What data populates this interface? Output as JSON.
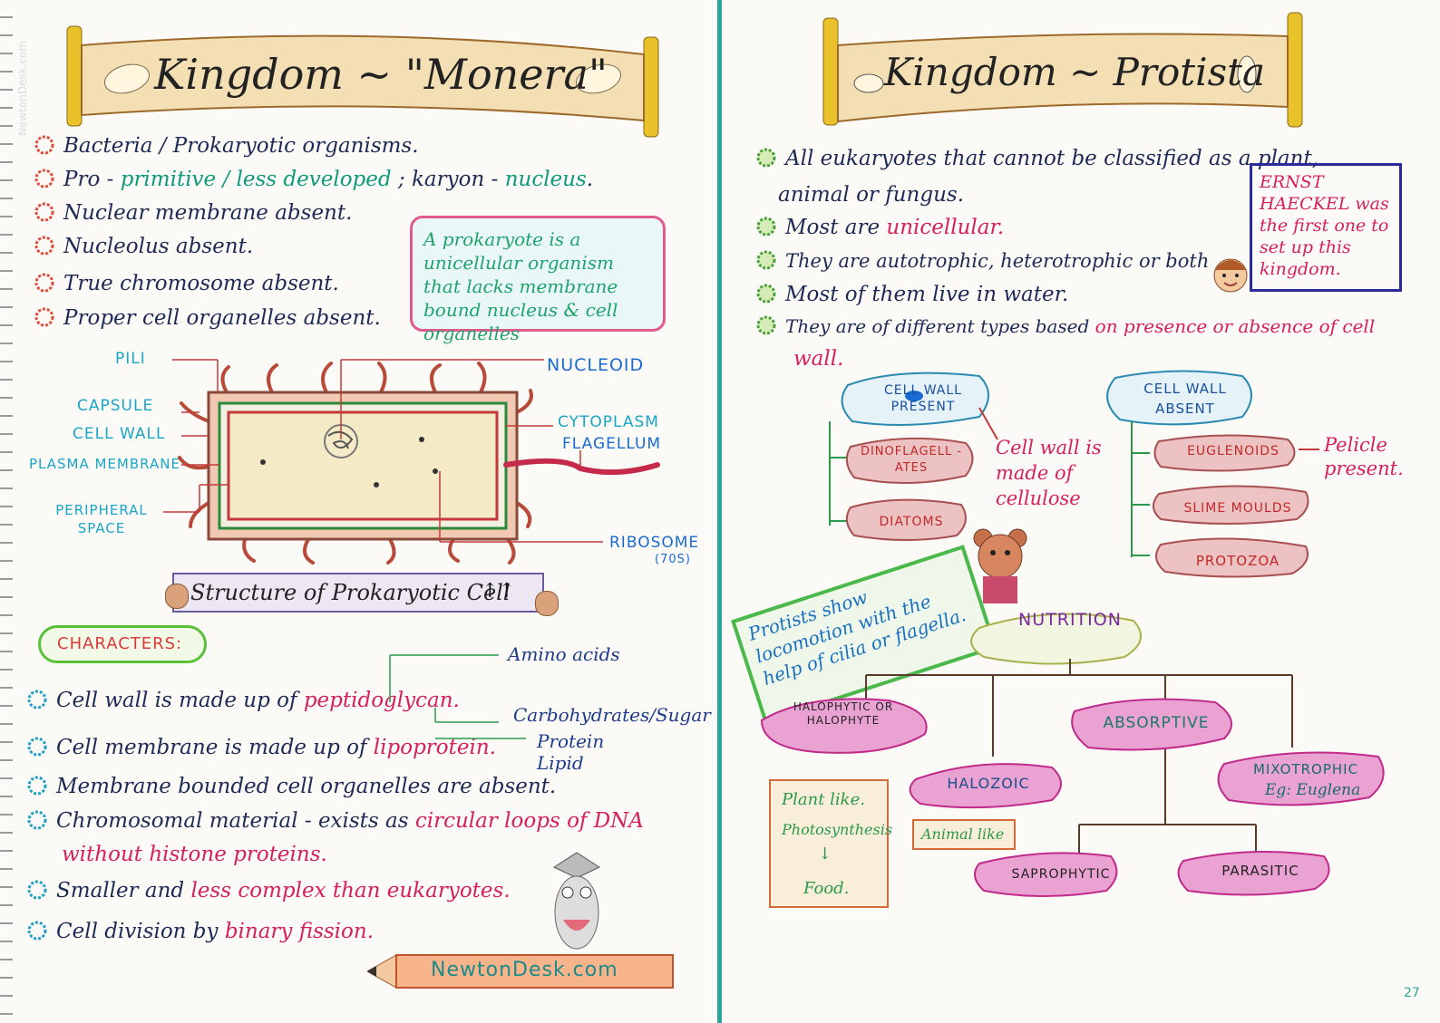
{
  "left": {
    "title": "Kingdom ~ \"Monera\"",
    "bullets": [
      {
        "parts": [
          "Bacteria / Prokaryotic organisms."
        ]
      },
      {
        "parts": [
          "Pro - ",
          "primitive / less developed",
          " ; karyon - ",
          "nucleus",
          "."
        ]
      },
      {
        "parts": [
          "Nuclear membrane absent."
        ]
      },
      {
        "parts": [
          "Nucleolus absent."
        ]
      },
      {
        "parts": [
          "True chromosome absent."
        ]
      },
      {
        "parts": [
          "Proper cell organelles absent."
        ]
      }
    ],
    "definition_box": "A prokaryote is a unicellular organism that lacks membrane bound nucleus & cell organelles",
    "diagram_labels": {
      "pili": "PILI",
      "capsule": "CAPSULE",
      "cell_wall": "CELL WALL",
      "plasma_membrane": "PLASMA MEMBRANE",
      "peripheral_space": "PERIPHERAL SPACE",
      "nucleoid": "NUCLEOID",
      "cytoplasm": "CYTOPLASM",
      "flagellum": "FLAGELLUM",
      "ribosome": "RIBOSOME",
      "ribosome_size": "(70S)"
    },
    "diagram_caption": "Structure of Prokaryotic Cell",
    "characters_label": "CHARACTERS:",
    "characters": [
      {
        "prefix": "Cell wall is made up of ",
        "highlight": "peptidoglycan."
      },
      {
        "prefix": "Cell membrane is made up of ",
        "highlight": "lipoprotein."
      },
      {
        "prefix": "Membrane bounded cell organelles are absent.",
        "highlight": ""
      },
      {
        "prefix": "Chromosomal material - exists as ",
        "highlight": "circular loops of DNA"
      },
      {
        "prefix": "",
        "highlight": "without histone proteins."
      },
      {
        "prefix": "Smaller and ",
        "highlight": "less complex than eukaryotes."
      },
      {
        "prefix": "Cell division by ",
        "highlight": "binary fission."
      }
    ],
    "branch_amino": "Amino acids",
    "branch_carbs": "Carbohydrates/Sugar",
    "branch_protein": "Protein",
    "branch_lipid": "Lipid",
    "footer_brand": "NewtonDesk.com",
    "watermark": "NewtonDesk.com"
  },
  "right": {
    "title": "Kingdom ~ Protista",
    "bullets": [
      {
        "prefix": "All eukaryotes that cannot be classified as a plant,",
        "highlight": ""
      },
      {
        "prefix": "animal or fungus.",
        "highlight": ""
      },
      {
        "prefix": "Most are ",
        "highlight": "unicellular."
      },
      {
        "prefix": "They are autotrophic, heterotrophic or both",
        "highlight": ""
      },
      {
        "prefix": "Most of them live in water.",
        "highlight": ""
      },
      {
        "prefix": "They are of different types based ",
        "highlight": "on presence or absence of cell"
      },
      {
        "prefix": "",
        "highlight": "wall."
      }
    ],
    "note_box": "ERNST HAECKEL was the first one to set up this kingdom.",
    "cell_wall_present": "CELL WALL PRESENT",
    "cell_wall_absent": "CELL WALL ABSENT",
    "present_items": [
      "DINOFLAGELL -ATES",
      "DIATOMS"
    ],
    "absent_items": [
      "EUGLENOIDS",
      "SLIME MOULDS",
      "PROTOZOA"
    ],
    "cellulose_note": "Cell wall is made of cellulose",
    "pelicle_note": "Pelicle present.",
    "locomotion_note": "Protists show locomotion with the help of cilia or flagella.",
    "nutrition": "NUTRITION",
    "nutrition_types": [
      "HALOPHYTIC OR HALOPHYTE",
      "ABSORPTIVE",
      "HALOZOIC",
      "MIXOTROPHIC"
    ],
    "mixotrophic_eg": "Eg: Euglena",
    "absorptive_sub": [
      "SAPROPHYTIC",
      "PARASITIC"
    ],
    "plant_like": [
      "Plant like.",
      "Photosynthesis",
      "Food."
    ],
    "animal_like": "Animal like",
    "page_number": "27"
  },
  "colors": {
    "divider": "#2aa59a",
    "cyan_label": "#1aa6c6",
    "pink": "#d61f5e",
    "green": "#0e9a7a",
    "ink": "#1e2a55"
  }
}
